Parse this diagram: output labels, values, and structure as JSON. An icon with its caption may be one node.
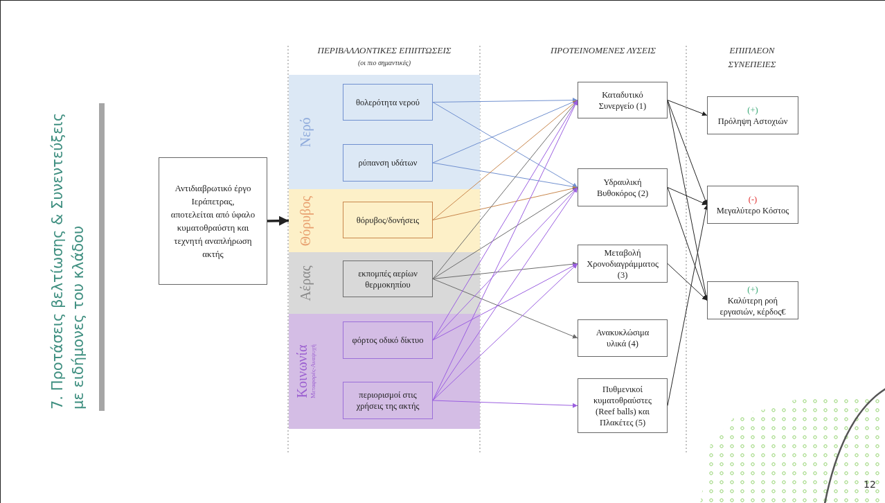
{
  "diagram": {
    "title": "7. Προτάσεις βελτίωσης & Συνεντεύξεις με ειδήμονες του κλάδου",
    "nodes": [
      {
        "text": [
          "Αντιδιαβρωτικό έργο Ιεράπετρας, αποτελείται από ύφαλο κυματοθραύστη και τεχνητή αναπλήρωση ακτής"
        ]
      },
      {
        "text": [
          "Νερό"
        ]
      },
      {
        "text": [
          "θολερότητα νερού"
        ],
        "in": 1
      },
      {
        "text": [
          "ρύπανση υδάτων"
        ],
        "in": 1
      },
      {
        "text": [
          "Θόρυβος"
        ]
      },
      {
        "text": [
          "θόρυβος/δονήσεις"
        ],
        "in": 4
      },
      {
        "text": [
          "Αέρας"
        ]
      },
      {
        "text": [
          "εκπομπές αερίων θερμοκηπίου"
        ],
        "in": 6
      },
      {
        "text": [
          "Κοινωνία",
          "Μεταφορές-Αναψυχή"
        ]
      },
      {
        "text": [
          "φόρτος οδικό δίκτυο"
        ],
        "in": 8
      },
      {
        "text": [
          "περιορισμοί στις χρήσεις της ακτής"
        ],
        "in": 8
      },
      {
        "text": [
          "Καταδυτικό Συνεργείο (1)"
        ]
      },
      {
        "text": [
          "Υδραυλική Βυθοκόρος (2)"
        ]
      },
      {
        "text": [
          "Μεταβολή Χρονοδιαγράμματος (3)"
        ]
      },
      {
        "text": [
          "Ανακυκλώσιμα υλικά (4)"
        ]
      },
      {
        "text": [
          "Πυθμενικοί κυματοθραύστες (Reef balls) και Πλακέτες (5)"
        ]
      },
      {
        "text": [
          "(+)",
          "Πρόληψη Αστοχιών"
        ]
      },
      {
        "text": [
          "(-)",
          "Μεγαλύτερο Κόστος"
        ]
      },
      {
        "text": [
          "(+)",
          "Καλύτερη ροή εργασιών, κέρδος€"
        ]
      }
    ],
    "edges": [
      {
        "from": 0,
        "to": 4,
        "arrow": "to",
        "style": "thick"
      },
      {
        "from": 2,
        "to": 11,
        "arrow": "to",
        "color": "#6f8fcf"
      },
      {
        "from": 2,
        "to": 12,
        "arrow": "to",
        "color": "#6f8fcf"
      },
      {
        "from": 3,
        "to": 11,
        "arrow": "to",
        "color": "#6f8fcf"
      },
      {
        "from": 3,
        "to": 12,
        "arrow": "to",
        "color": "#6f8fcf"
      },
      {
        "from": 5,
        "to": 11,
        "arrow": "to",
        "color": "#c8864c"
      },
      {
        "from": 5,
        "to": 12,
        "arrow": "to",
        "color": "#c8864c"
      },
      {
        "from": 7,
        "to": 11,
        "arrow": "to",
        "color": "#6b6b6b"
      },
      {
        "from": 7,
        "to": 12,
        "arrow": "to",
        "color": "#6b6b6b"
      },
      {
        "from": 7,
        "to": 13,
        "arrow": "to",
        "color": "#6b6b6b"
      },
      {
        "from": 7,
        "to": 14,
        "arrow": "to",
        "color": "#6b6b6b"
      },
      {
        "from": 9,
        "to": 11,
        "arrow": "to",
        "color": "#9b5fe0"
      },
      {
        "from": 9,
        "to": 12,
        "arrow": "to",
        "color": "#9b5fe0"
      },
      {
        "from": 9,
        "to": 13,
        "arrow": "to",
        "color": "#9b5fe0"
      },
      {
        "from": 10,
        "to": 11,
        "arrow": "to",
        "color": "#9b5fe0"
      },
      {
        "from": 10,
        "to": 12,
        "arrow": "to",
        "color": "#9b5fe0"
      },
      {
        "from": 10,
        "to": 13,
        "arrow": "to",
        "color": "#9b5fe0"
      },
      {
        "from": 10,
        "to": 15,
        "arrow": "to",
        "color": "#9b5fe0"
      },
      {
        "from": 11,
        "to": 16,
        "arrow": "to"
      },
      {
        "from": 11,
        "to": 17,
        "arrow": "to"
      },
      {
        "from": 11,
        "to": 18,
        "arrow": "to"
      },
      {
        "from": 12,
        "to": 17,
        "arrow": "to"
      },
      {
        "from": 12,
        "to": 18,
        "arrow": "to"
      },
      {
        "from": 13,
        "to": 18,
        "arrow": "to"
      },
      {
        "from": 15,
        "to": 17,
        "arrow": "to"
      }
    ],
    "labels": [
      "ΠΕΡΙΒΑΛΛΟΝΤΙΚΕΣ ΕΠΙΠΤΩΣΕΙΣ",
      "(οι πιο σημαντικές)",
      "ΠΡΟΤΕΙΝΟΜΕΝΕΣ ΛΥΣΕΙΣ",
      "ΕΠΙΠΛΕΟΝ ΣΥΝΕΠΕΙΕΣ",
      "12"
    ]
  }
}
